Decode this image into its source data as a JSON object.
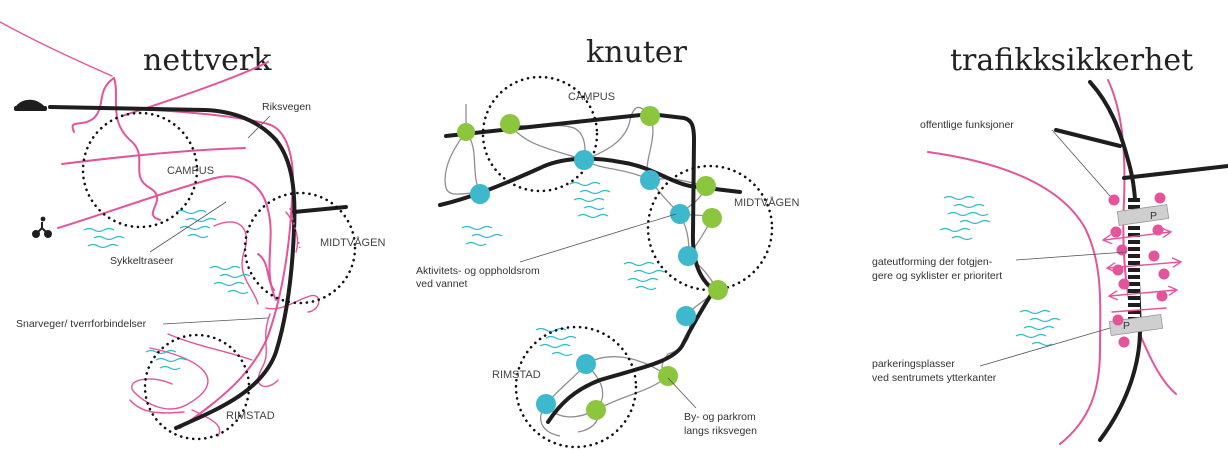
{
  "panels": {
    "nettverk": {
      "title": "nettverk",
      "labels": {
        "campus": "CAMPUS",
        "midtvagen": "MIDTVÅGEN",
        "rimstad": "RIMSTAD",
        "riksvegen": "Riksvegen",
        "sykkeltraseer": "Sykkeltraseer",
        "snarveger": "Snarveger/ tverrforbindelser"
      },
      "icons": [
        "car-icon",
        "bicycle-icon"
      ]
    },
    "knuter": {
      "title": "knuter",
      "labels": {
        "campus": "CAMPUS",
        "midtvagen": "MIDTVÅGEN",
        "rimstad": "RIMSTAD",
        "aktivitet_line1": "Aktivitets- og oppholdsrom",
        "aktivitet_line2": "ved  vannet",
        "byrom_line1": "By- og parkrom",
        "byrom_line2": "langs riksvegen"
      }
    },
    "trafikksikkerhet": {
      "title": "trafikksikkerhet",
      "labels": {
        "offentlige": "offentlige funksjoner",
        "gate_line1": "gateutforming der fotgjen-",
        "gate_line2": "gere og syklister er prioritert",
        "parkering_line1": "parkeringsplasser",
        "parkering_line2": "ved sentrumets ytterkanter"
      },
      "parking_letter": "P"
    }
  },
  "colors": {
    "road": "#1e1e1e",
    "bike": "#e4549b",
    "water": "#2fb9c8",
    "node_blue": "#3eb8cc",
    "node_green": "#8cc63f"
  }
}
